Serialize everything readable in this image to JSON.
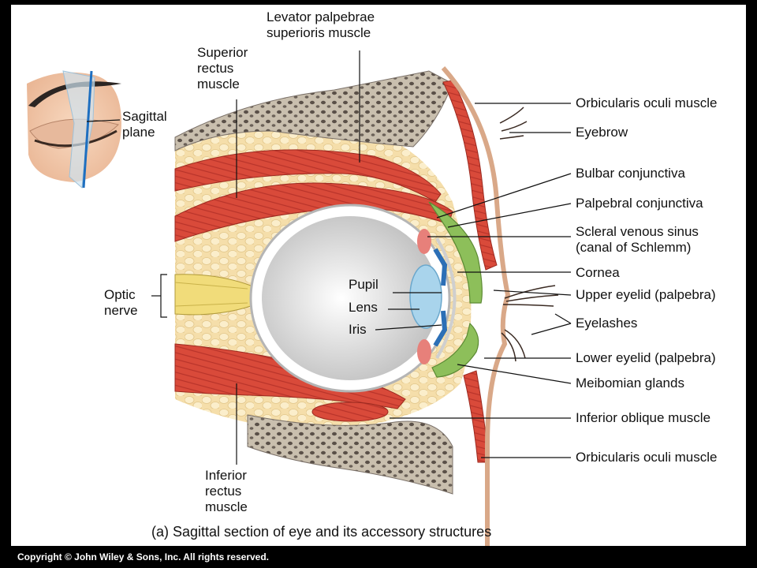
{
  "inset": {
    "label": "Sagittal plane"
  },
  "labels": {
    "levator": "Levator palpebrae superioris muscle",
    "superior_rectus": "Superior rectus muscle",
    "optic_nerve": "Optic nerve",
    "inferior_rectus": "Inferior rectus muscle",
    "pupil": "Pupil",
    "lens": "Lens",
    "iris": "Iris",
    "orbicularis_top": "Orbicularis oculi muscle",
    "eyebrow": "Eyebrow",
    "bulbar": "Bulbar conjunctiva",
    "palpebral": "Palpebral conjunctiva",
    "scleral": "Scleral venous sinus (canal of Schlemm)",
    "cornea": "Cornea",
    "upper_eyelid": "Upper eyelid (palpebra)",
    "eyelashes": "Eyelashes",
    "lower_eyelid": "Lower eyelid (palpebra)",
    "meibomian": "Meibomian glands",
    "inferior_oblique": "Inferior oblique muscle",
    "orbicularis_bottom": "Orbicularis oculi muscle"
  },
  "caption": "(a) Sagittal section of eye and its accessory structures",
  "copyright": "Copyright © John Wiley & Sons, Inc. All rights reserved."
}
